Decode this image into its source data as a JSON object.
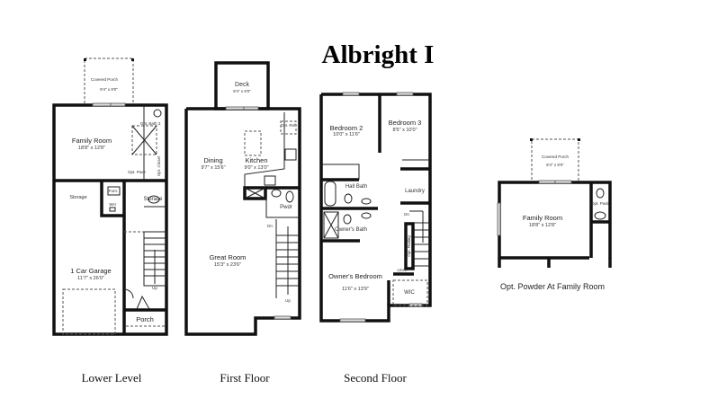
{
  "title": "Albright I",
  "levels": {
    "lower": {
      "label": "Lower Level",
      "rooms": {
        "covered_porch": {
          "name": "Covered Porch",
          "dim": "9'4\" x 8'0\""
        },
        "family_room": {
          "name": "Family Room",
          "dim": "18'8\" x 12'8\""
        },
        "opt_bath": "Opt. Bath 3",
        "opt_pwdr": "Opt. Pwdr",
        "opt_closet": "Opt. Closet",
        "storage_left": "Storage",
        "furn": "Furn.",
        "wh": "WH",
        "storage_right": "Storage",
        "garage": {
          "name": "1 Car Garage",
          "dim": "11'7\" x 26'0\""
        },
        "porch": "Porch",
        "up": "Up"
      }
    },
    "first": {
      "label": "First Floor",
      "rooms": {
        "deck": {
          "name": "Deck",
          "dim": "9'4\" x 8'0\""
        },
        "opt_ref": "Opt. Ref",
        "dining": {
          "name": "Dining",
          "dim": "9'7\" x 15'6\""
        },
        "kitchen": {
          "name": "Kitchen",
          "dim": "9'0\" x 13'0\""
        },
        "pwdr": "Pwdr",
        "great_room": {
          "name": "Great Room",
          "dim": "15'3\" x 23'6\""
        },
        "dn": "Dn",
        "up": "Up"
      }
    },
    "second": {
      "label": "Second Floor",
      "rooms": {
        "bedroom2": {
          "name": "Bedroom 2",
          "dim": "10'0\" x 11'6\""
        },
        "bedroom3": {
          "name": "Bedroom 3",
          "dim": "8'5\" x 10'0\""
        },
        "hall_bath": "Hall Bath",
        "laundry": "Laundry",
        "owners_bath": "Owner's Bath",
        "opt_railing": "Opt. Railing",
        "linen": "Linen",
        "owners_bedroom": {
          "name": "Owner's Bedroom",
          "dim": "11'6\" x 13'9\""
        },
        "wic": "WIC",
        "dn": "Dn"
      }
    },
    "option": {
      "caption": "Opt. Powder At Family Room",
      "rooms": {
        "covered_porch": {
          "name": "Covered Porch",
          "dim": "9'4\" x 8'0\""
        },
        "family_room": {
          "name": "Family Room",
          "dim": "18'8\" x 12'8\""
        },
        "opt_pwdr": "Opt. Pwdr"
      }
    }
  }
}
